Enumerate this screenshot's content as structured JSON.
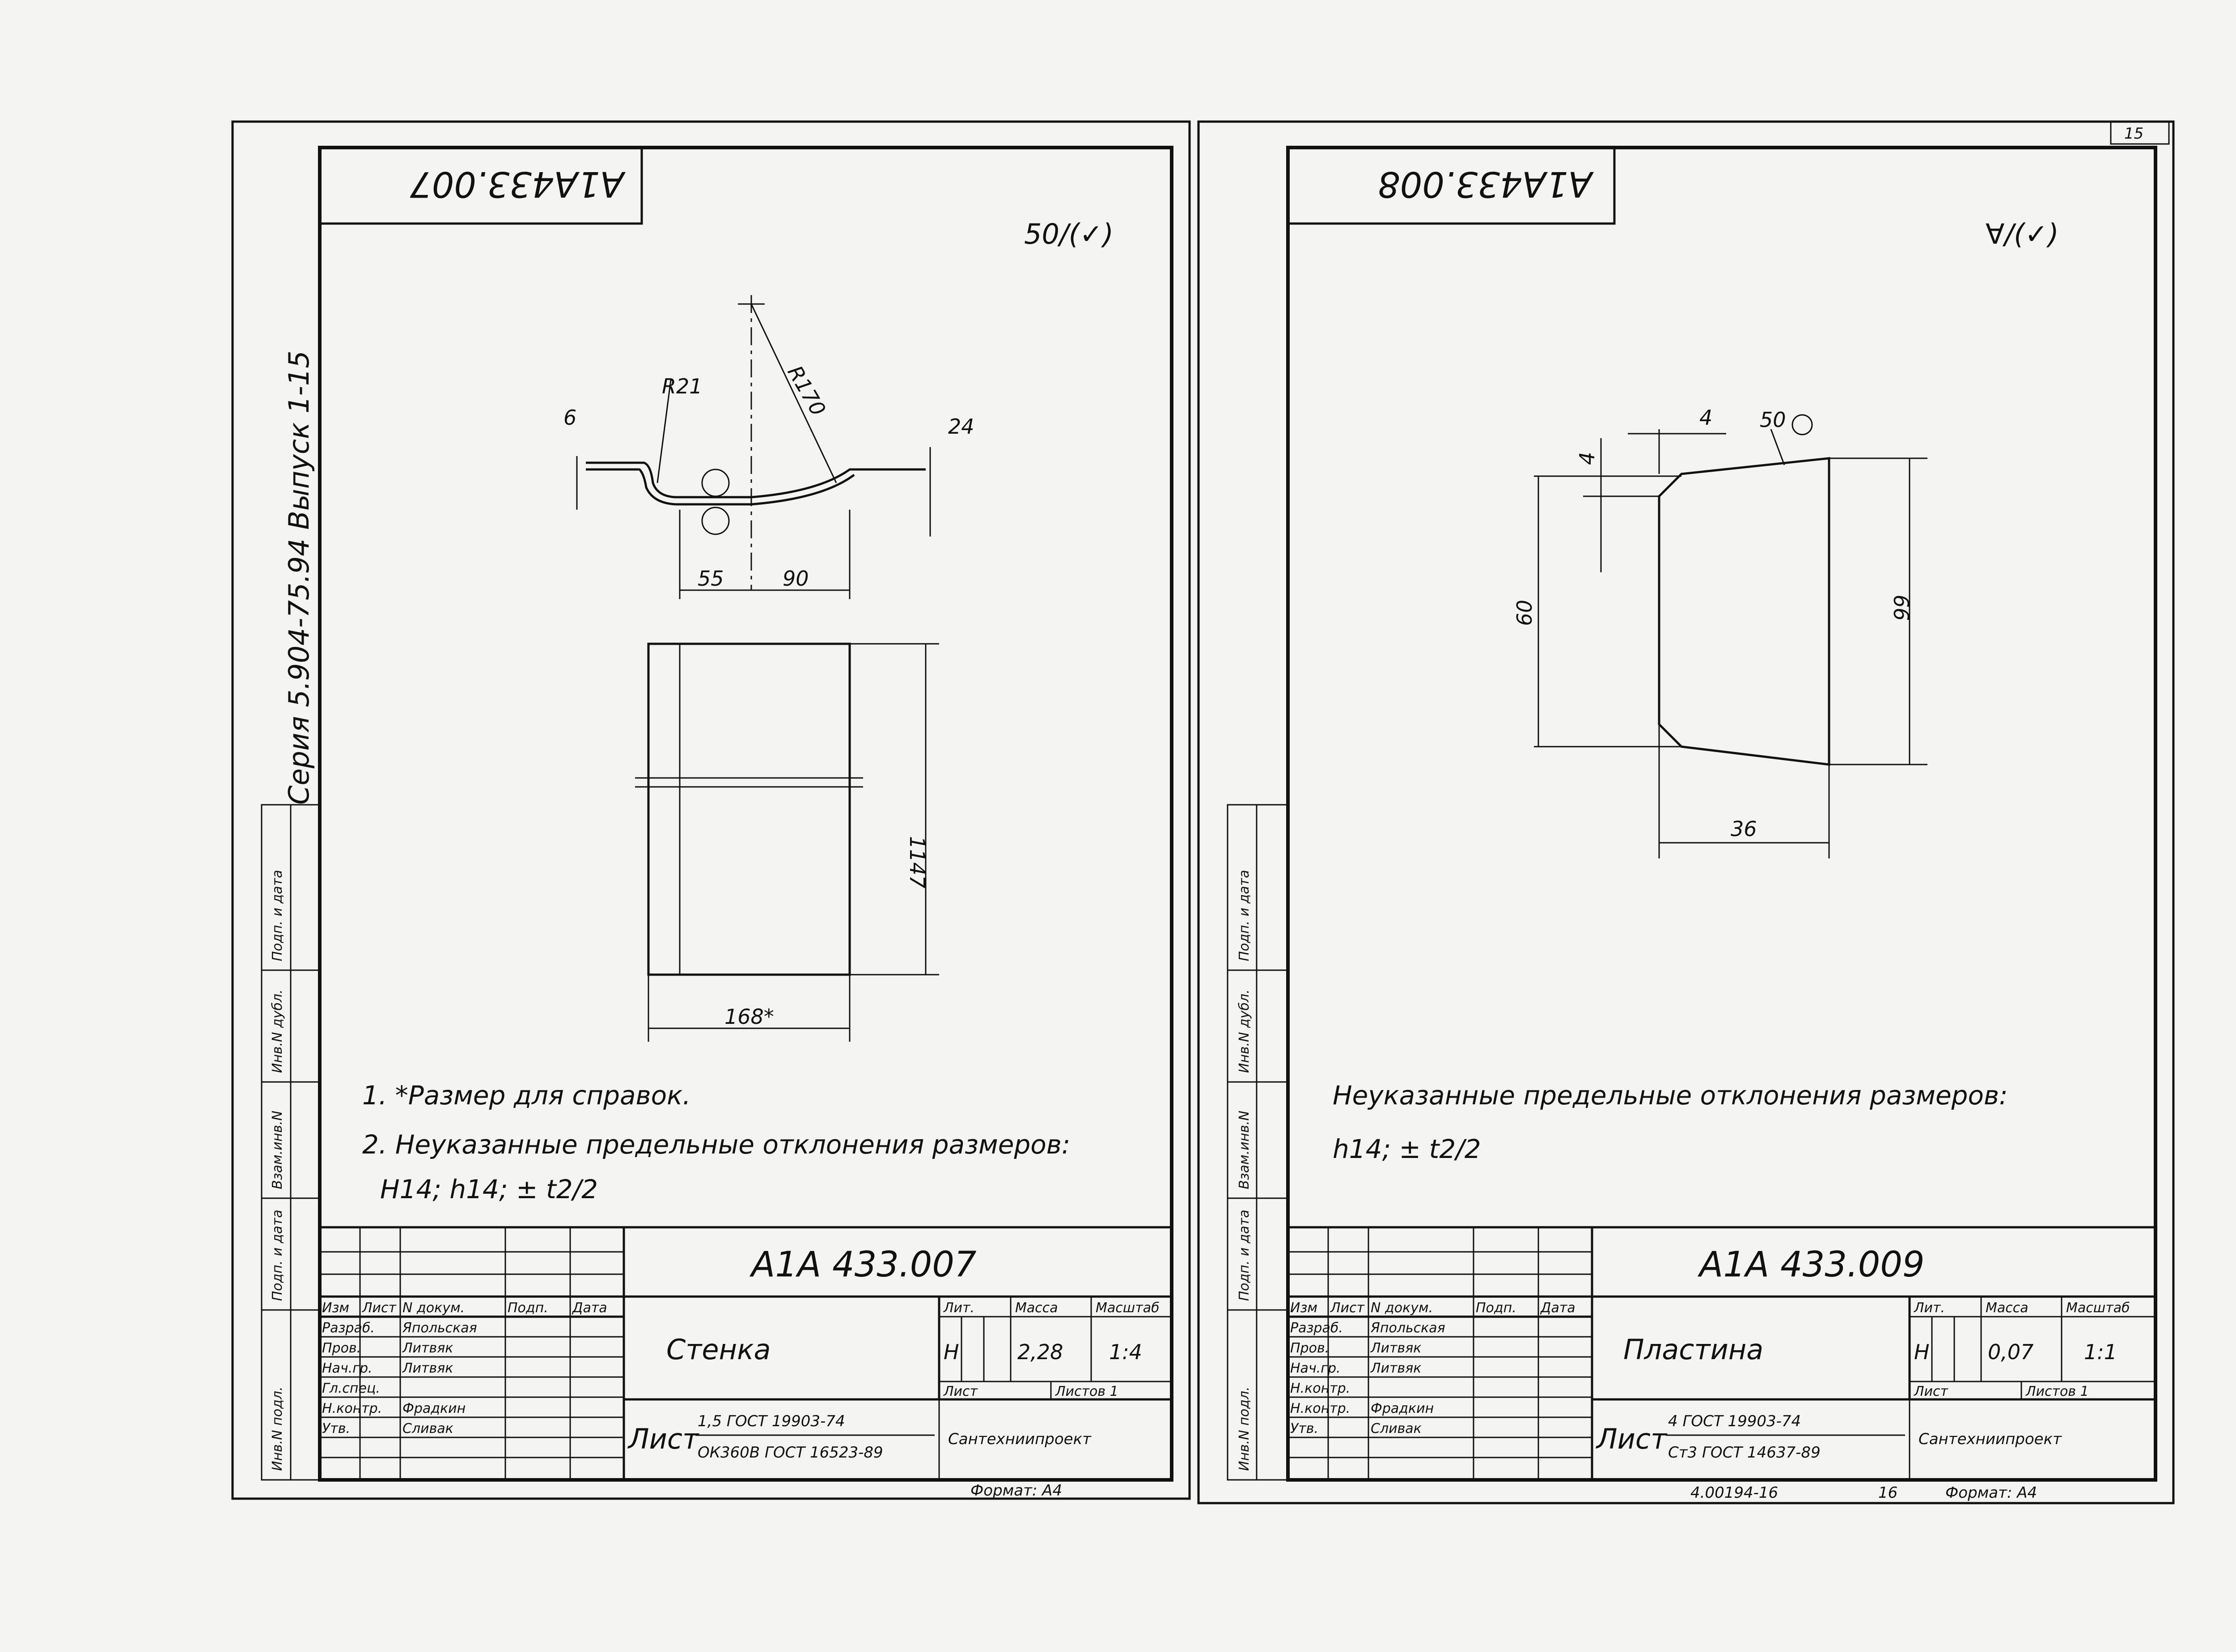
{
  "page_number": "15",
  "series_label": "Серия 5.904-75.94 Выпуск 1-15",
  "side_stamp": [
    "Инв.N подл.",
    "Подп. и дата",
    "Взам.инв.N",
    "Инв.N дубл.",
    "Подп. и дата"
  ],
  "tb_headers": [
    "Изм",
    "Лист",
    "N докум.",
    "Подп.",
    "Дата"
  ],
  "tb_roles": [
    "Разраб.",
    "Пров.",
    "Нач.гр.",
    "Гл.спец.",
    "Н.контр.",
    "Утв."
  ],
  "tb_col_labels": [
    "Лит.",
    "Масса",
    "Масштаб",
    "Лист",
    "Листов"
  ],
  "drawings": [
    {
      "stamp_code": "A1A433.007",
      "roughness": "50/(✓)",
      "dims": {
        "d6": "6",
        "r21": "R21",
        "r170": "R170",
        "d24": "24",
        "d55": "55",
        "d90": "90",
        "d1147": "1147",
        "d168": "168*"
      },
      "notes": [
        "1. *Размер для справок.",
        "2. Неуказанные предельные отклонения размеров:",
        "H14; h14; ± t2/2"
      ],
      "title_block": {
        "code": "A1A 433.007",
        "name": "Стенка",
        "lit": "Н",
        "mass": "2,28",
        "scale": "1:4",
        "sheet": "Лист",
        "sheets": "Листов 1",
        "people": [
          "Япольская",
          "Литвяк",
          "Литвяк",
          "",
          "Фрадкин",
          "Сливак"
        ],
        "material_top": "1,5 ГОСТ 19903-74",
        "material_bottom": "ОК360В ГОСТ 16523-89",
        "material_label": "Лист",
        "org": "Сантехниипроект",
        "format": "Формат: А4"
      }
    },
    {
      "stamp_code": "A1A433.008",
      "roughness": "∀/(✓)",
      "dims": {
        "d4a": "4",
        "d4b": "4",
        "d50": "50",
        "d60": "60",
        "d66": "66",
        "d36": "36"
      },
      "notes": [
        "Неуказанные предельные отклонения размеров:",
        "h14; ± t2/2"
      ],
      "title_block": {
        "code": "A1A 433.009",
        "name": "Пластина",
        "lit": "Н",
        "mass": "0,07",
        "scale": "1:1",
        "sheet": "Лист",
        "sheets": "Листов 1",
        "people": [
          "Япольская",
          "Литвяк",
          "Литвяк",
          "",
          "Фрадкин",
          "Сливак"
        ],
        "material_top": "4 ГОСТ 19903-74",
        "material_bottom": "Ст3 ГОСТ 14637-89",
        "material_label": "Лист",
        "org": "Сантехниипроект",
        "format": "Формат: А4"
      }
    }
  ],
  "footer_code": "4.00194-16",
  "footer_page": "16"
}
